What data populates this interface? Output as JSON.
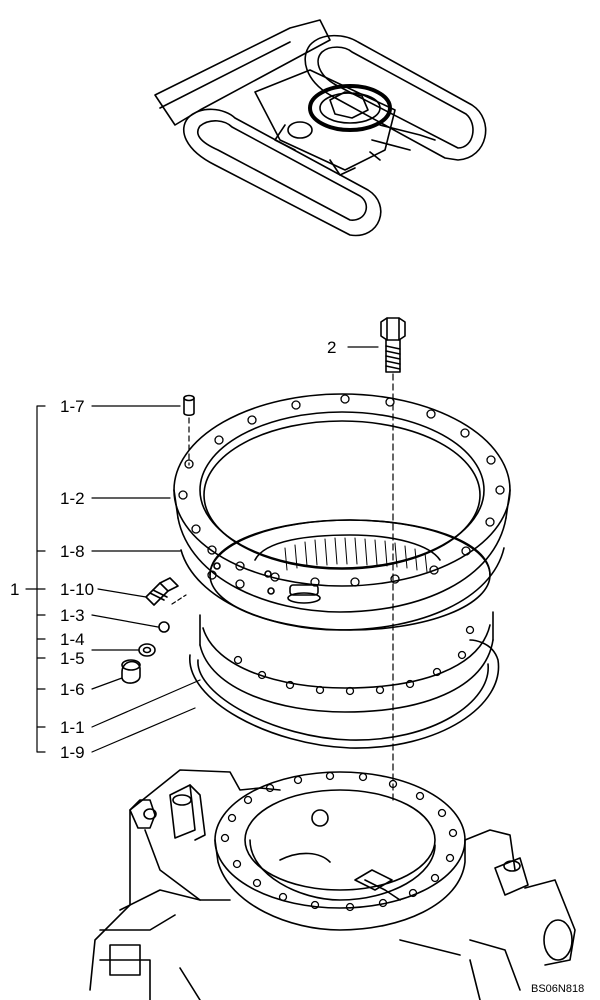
{
  "figure_code": "BS06N818",
  "labels": {
    "group": "1",
    "bolt": "2",
    "pin": "1-7",
    "inner_ring": "1-2",
    "seal_upper": "1-8",
    "grease_nipple": "1-10",
    "ball": "1-3",
    "plug_a": "1-4",
    "plug_b": "1-5",
    "cap": "1-6",
    "outer_ring": "1-1",
    "seal_lower": "1-9"
  },
  "icons": {
    "machine": "excavator-undercarriage-icon",
    "bolt": "hex-bolt-icon",
    "bearing": "swing-bearing-icon",
    "frame": "upper-frame-icon"
  }
}
